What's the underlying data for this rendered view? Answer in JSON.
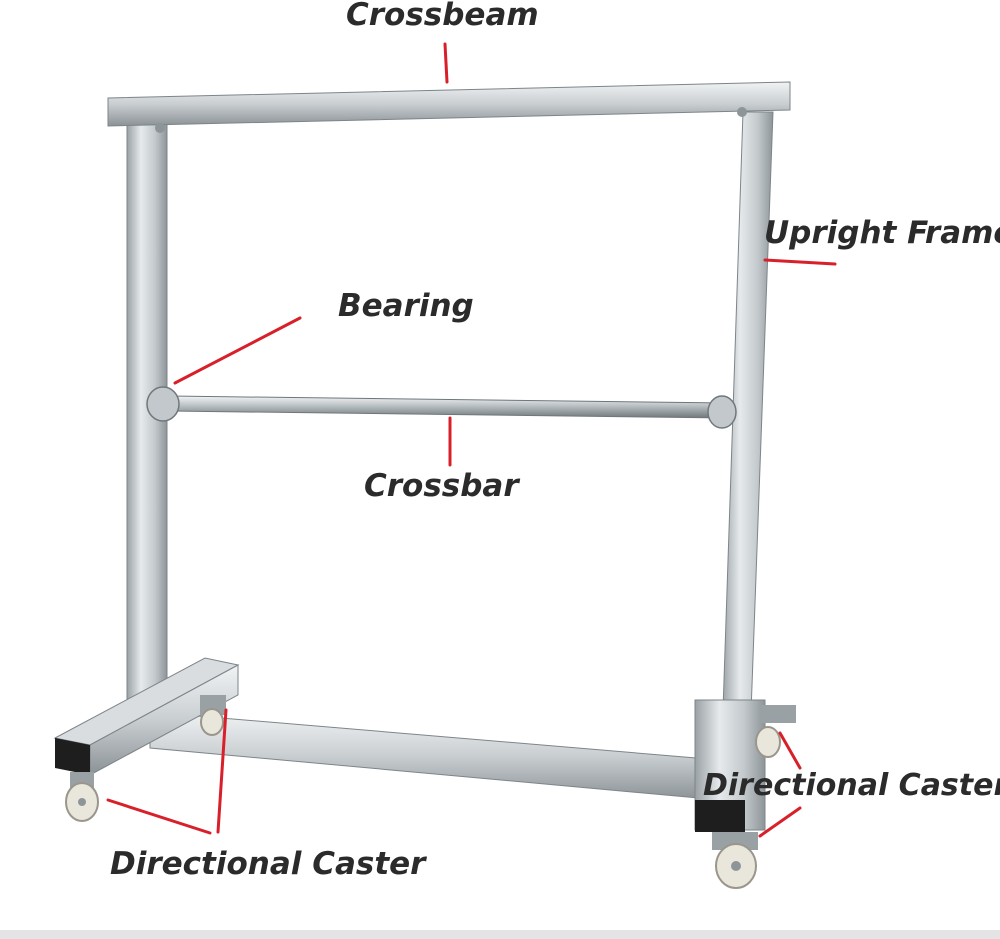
{
  "diagram": {
    "labels": {
      "crossbeam": "Crossbeam",
      "upright_frame": "Upright Frame",
      "bearing": "Bearing",
      "crossbar": "Crossbar",
      "directional_caster_right": "Directional Caster",
      "directional_caster_left": "Directional Caster"
    },
    "colors": {
      "leader_line": "#d8202a",
      "label_text": "#2b2b2b",
      "metal_light": "#e2e6e8",
      "metal_mid": "#b8bec2",
      "metal_dark": "#7d858a",
      "caster_black": "#1e1e1e",
      "wheel": "#e9e6dc"
    }
  }
}
